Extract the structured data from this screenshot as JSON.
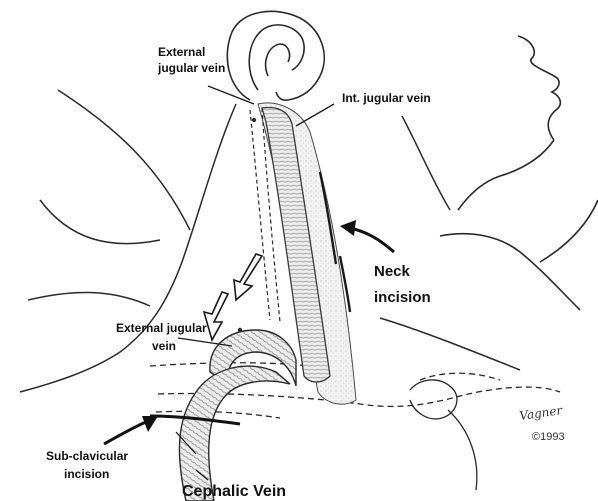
{
  "labels": {
    "external_jugular_top_line1": "External",
    "external_jugular_top_line2": "jugular vein",
    "int_jugular": "Int. jugular vein",
    "neck_incision_line1": "Neck",
    "neck_incision_line2": "incision",
    "external_jugular_mid_line1": "External jugular",
    "external_jugular_mid_line2": "vein",
    "subclavicular_line1": "Sub-clavicular",
    "subclavicular_line2": "incision",
    "cephalic_vein": "Cephalic Vein"
  },
  "signature": {
    "name": "Vagner",
    "year": "©1993"
  },
  "colors": {
    "line": "#2a2a2a",
    "vessel_fill": "#e6e6e6",
    "vessel_shade": "#c8c8c8",
    "background": "#ffffff"
  }
}
